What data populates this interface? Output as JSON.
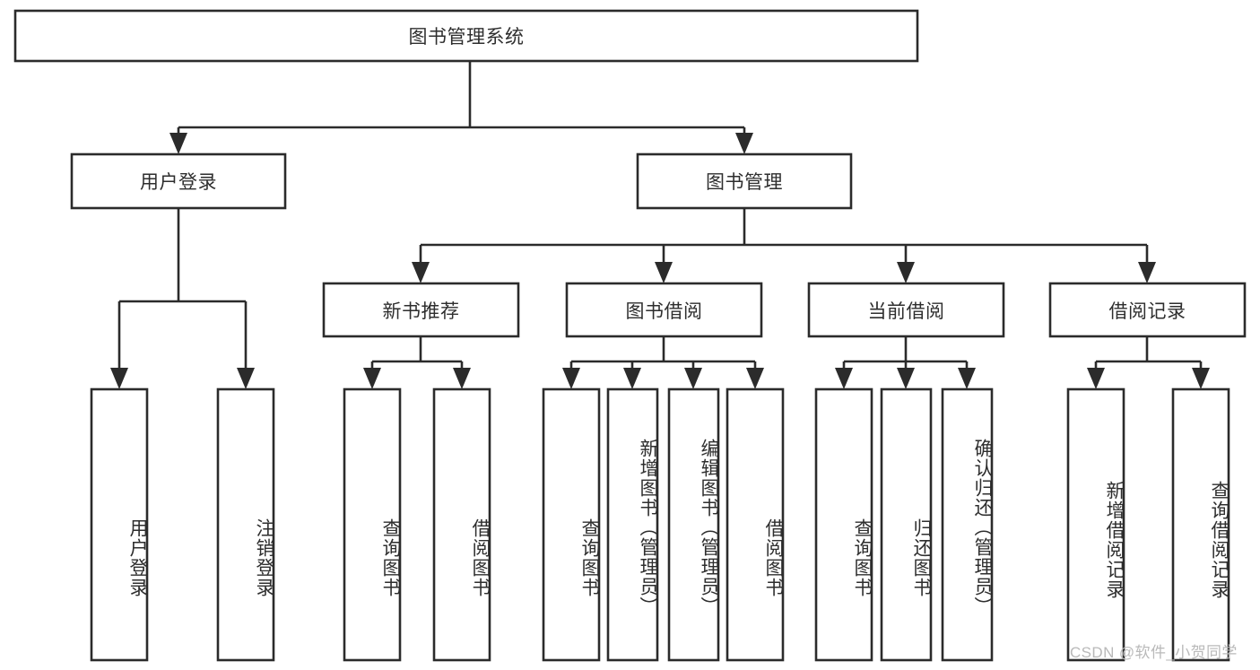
{
  "diagram": {
    "title": "图书管理系统",
    "type": "hierarchy-tree",
    "watermark": "CSDN @软件_小贺同学",
    "style": {
      "box_fill": "#ffffff",
      "box_stroke": "#2b2b2b",
      "text_color": "#2e2e2e",
      "background": "#ffffff",
      "watermark_color": "#b9b9b9"
    },
    "levels": {
      "root": {
        "label": "图书管理系统",
        "orientation": "horizontal"
      },
      "level2": [
        {
          "id": "user-login",
          "label": "用户登录",
          "orientation": "horizontal"
        },
        {
          "id": "book-manage",
          "label": "图书管理",
          "orientation": "horizontal"
        }
      ],
      "level3": [
        {
          "id": "new-book-recommend",
          "label": "新书推荐",
          "orientation": "horizontal",
          "parent": "book-manage"
        },
        {
          "id": "book-borrow",
          "label": "图书借阅",
          "orientation": "horizontal",
          "parent": "book-manage"
        },
        {
          "id": "current-borrow",
          "label": "当前借阅",
          "orientation": "horizontal",
          "parent": "book-manage"
        },
        {
          "id": "borrow-record",
          "label": "借阅记录",
          "orientation": "horizontal",
          "parent": "book-manage"
        }
      ],
      "leaves": [
        {
          "id": "leaf-user-login",
          "label": "用户登录",
          "orientation": "vertical",
          "parent": "user-login"
        },
        {
          "id": "leaf-user-logout",
          "label": "注销登录",
          "orientation": "vertical",
          "parent": "user-login"
        },
        {
          "id": "leaf-query-book-1",
          "label": "查询图书",
          "orientation": "vertical",
          "parent": "new-book-recommend"
        },
        {
          "id": "leaf-borrow-book-1",
          "label": "借阅图书",
          "orientation": "vertical",
          "parent": "new-book-recommend"
        },
        {
          "id": "leaf-query-book-2",
          "label": "查询图书",
          "orientation": "vertical",
          "parent": "book-borrow"
        },
        {
          "id": "leaf-add-book",
          "label": "新增图书（管理员）",
          "orientation": "vertical",
          "parent": "book-borrow"
        },
        {
          "id": "leaf-edit-book",
          "label": "编辑图书（管理员）",
          "orientation": "vertical",
          "parent": "book-borrow"
        },
        {
          "id": "leaf-borrow-book-2",
          "label": "借阅图书",
          "orientation": "vertical",
          "parent": "book-borrow"
        },
        {
          "id": "leaf-query-book-3",
          "label": "查询图书",
          "orientation": "vertical",
          "parent": "current-borrow"
        },
        {
          "id": "leaf-return-book",
          "label": "归还图书",
          "orientation": "vertical",
          "parent": "current-borrow"
        },
        {
          "id": "leaf-confirm-return",
          "label": "确认归还（管理员）",
          "orientation": "vertical",
          "parent": "current-borrow"
        },
        {
          "id": "leaf-add-record",
          "label": "新增借阅记录",
          "orientation": "vertical",
          "parent": "borrow-record"
        },
        {
          "id": "leaf-query-record",
          "label": "查询借阅记录",
          "orientation": "vertical",
          "parent": "borrow-record"
        }
      ]
    }
  }
}
